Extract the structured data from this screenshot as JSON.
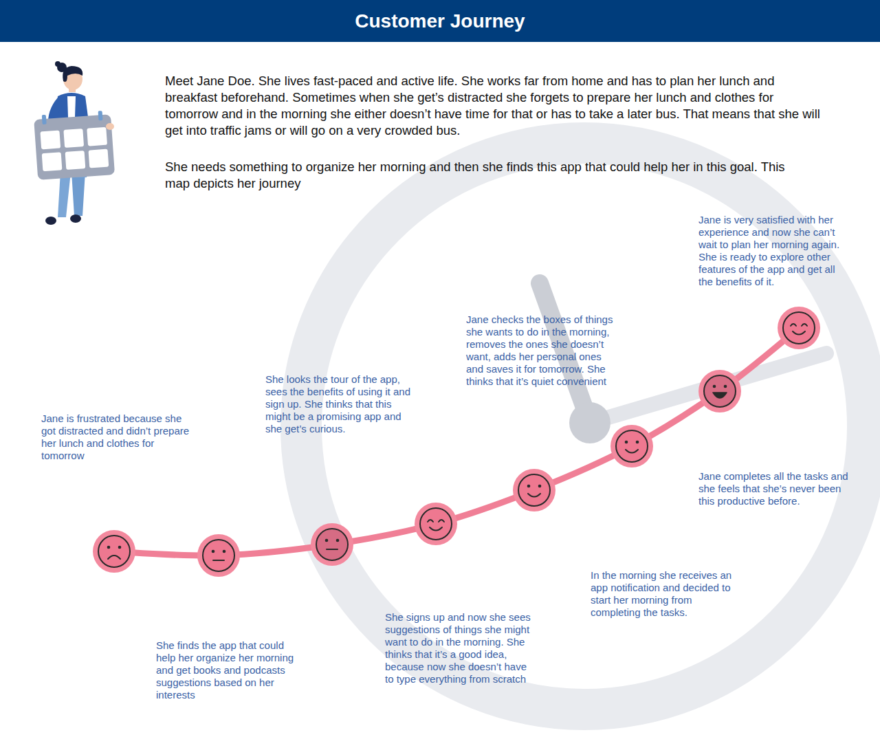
{
  "diagram": {
    "title": "Customer Journey",
    "labels": [
      "Meet Jane Doe. She lives fast-paced and active life. She works far from home and has to plan her lunch and breakfast beforehand. Sometimes when she get’s distracted she forgets to prepare her lunch and clothes for tomorrow and in the morning she either doesn’t have time for that or has to take a later bus. That means that she will get into traffic jams or will go on a very crowded bus.",
      "She needs something to organize her morning and then she finds this app that could help her in this goal. This map depicts her journey",
      "Jane is frustrated because she got distracted and didn’t prepare her lunch and clothes for tomorrow",
      "She finds the app that could help her organize her morning and get books and podcasts suggestions based on her interests",
      "She looks the tour of the app, sees the benefits of using it and sign up. She thinks that this might be a promising app and she get’s curious.",
      "She signs up and now she sees suggestions of things she might want to do in the morning. She thinks that it’s a good idea, because now she doesn’t have to type everything from scratch",
      "Jane checks the boxes of things she wants to do in the morning, removes the ones she doesn’t want, adds her personal ones and saves it for tomorrow. She thinks that it’s quiet convenient",
      "In the morning she receives an app notification and decided to start her morning from completing the tasks.",
      "Jane completes all the tasks and she feels that she’s never been this productive before.",
      "Jane is very satisfied with her experience and now she can’t wait to plan her morning again. She is ready to explore other features of the app and get all the benefits of it."
    ]
  }
}
